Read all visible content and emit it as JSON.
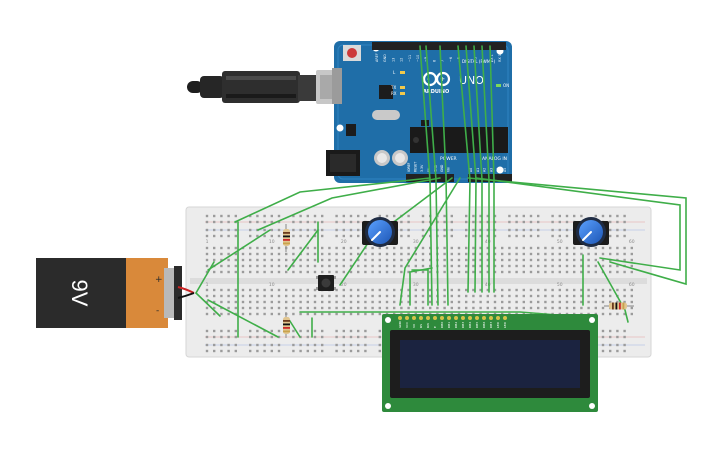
{
  "battery": {
    "voltage_label": "9V",
    "plus_label": "+",
    "minus_label": "-"
  },
  "arduino": {
    "logo_text": "ARDUINO",
    "model_text": "UNO",
    "digital_label": "DIGITAL (PWM~)",
    "power_label": "POWER",
    "analog_label": "ANALOG IN",
    "top_pins": [
      "AREF",
      "GND",
      "13",
      "12",
      "~11",
      "~10",
      "~9",
      "8",
      "7",
      "~6",
      "~5",
      "4",
      "~3",
      "2",
      "TX 1",
      "RX 0"
    ],
    "power_pins": [
      "IOREF",
      "RESET",
      "3.3V",
      "5V",
      "GND",
      "GND",
      "Vin"
    ],
    "analog_pins": [
      "A0",
      "A1",
      "A2",
      "A3",
      "A4",
      "A5"
    ],
    "led_labels": [
      "L",
      "TX",
      "RX"
    ],
    "on_label": "ON"
  },
  "breadboard": {
    "column_numbers": [
      "1",
      "10",
      "20",
      "30",
      "40",
      "50",
      "60"
    ]
  },
  "lcd": {
    "pin_labels": [
      "GND",
      "VCC",
      "V0",
      "RS",
      "RW",
      "E",
      "DB0",
      "DB1",
      "DB2",
      "DB3",
      "DB4",
      "DB5",
      "DB6",
      "DB7",
      "LED",
      "LED"
    ]
  },
  "colors": {
    "wire": "#3fae49",
    "arduino_board": "#1f6ea8",
    "breadboard": "#ececec",
    "lcd_pcb": "#2e8a3c",
    "lcd_screen": "#1b2340",
    "pot_knob": "#2a6fd0",
    "battery_orange": "#d9893a"
  }
}
